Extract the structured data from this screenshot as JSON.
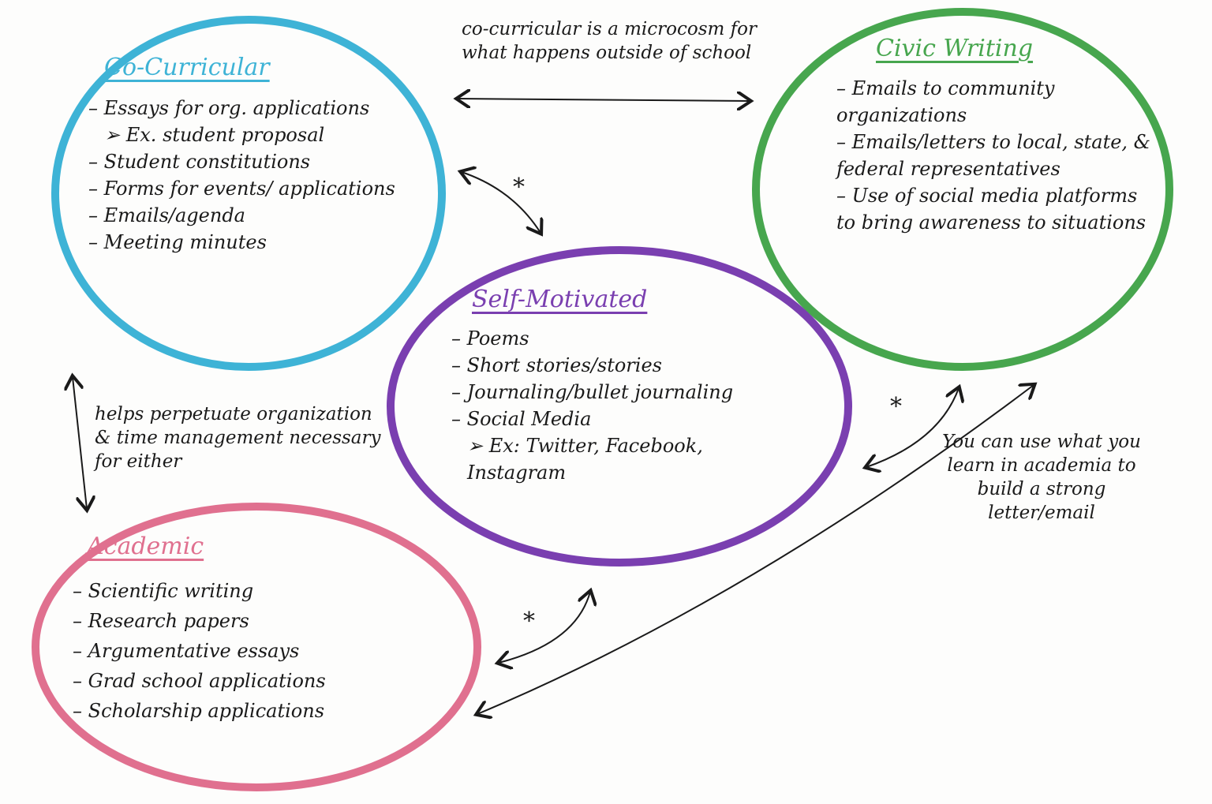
{
  "colors": {
    "co_curricular": "#3eb3d6",
    "civic": "#47a64e",
    "self_motivated": "#7a3fb0",
    "academic": "#e0708f",
    "ink": "#1a1a1a"
  },
  "co_curricular": {
    "title": "Co-Curricular",
    "items": [
      "Essays for org. applications",
      "Ex. student proposal",
      "Student constitutions",
      "Forms for events/ applications",
      "Emails/agenda",
      "Meeting minutes"
    ]
  },
  "civic": {
    "title": "Civic Writing",
    "items": [
      "Emails to community organizations",
      "Emails/letters to local, state, & federal representatives",
      "Use of social media platforms to bring awareness to situations"
    ]
  },
  "self_motivated": {
    "title": "Self-Motivated",
    "items": [
      "Poems",
      "Short stories/stories",
      "Journaling/bullet journaling",
      "Social Media",
      "Ex: Twitter, Facebook, Instagram"
    ]
  },
  "academic": {
    "title": "Academic",
    "items": [
      "Scientific writing",
      "Research papers",
      "Argumentative essays",
      "Grad school applications",
      "Scholarship applications"
    ]
  },
  "notes": {
    "top": "co-curricular is a microcosm for what happens outside of school",
    "left": "helps perpetuate organization & time management necessary for either",
    "right": "You can use what you learn in academia to build a strong letter/email",
    "star": "*"
  }
}
